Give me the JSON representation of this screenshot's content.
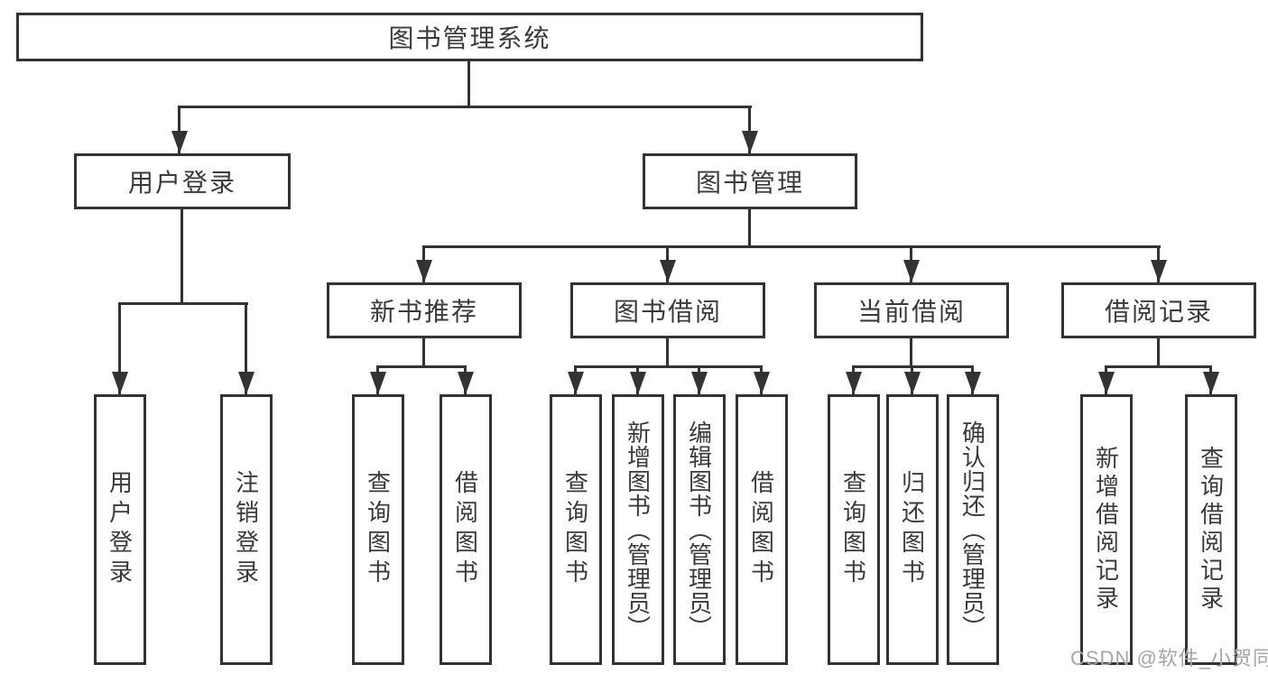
{
  "colors": {
    "background": "#ffffff",
    "line": "#333333",
    "text": "#3a3a3a",
    "watermark": "#a6a6a6"
  },
  "tree": {
    "label": "图书管理系统",
    "children": [
      {
        "label": "用户登录",
        "children": [
          {
            "label": "用户登录"
          },
          {
            "label": "注销登录"
          }
        ]
      },
      {
        "label": "图书管理",
        "children": [
          {
            "label": "新书推荐",
            "children": [
              {
                "label": "查询图书"
              },
              {
                "label": "借阅图书"
              }
            ]
          },
          {
            "label": "图书借阅",
            "children": [
              {
                "label": "查询图书"
              },
              {
                "label": "新增图书（管理员）"
              },
              {
                "label": "编辑图书（管理员）"
              },
              {
                "label": "借阅图书"
              }
            ]
          },
          {
            "label": "当前借阅",
            "children": [
              {
                "label": "查询图书"
              },
              {
                "label": "归还图书"
              },
              {
                "label": "确认归还（管理员）"
              }
            ]
          },
          {
            "label": "借阅记录",
            "children": [
              {
                "label": "新增借阅记录"
              },
              {
                "label": "查询借阅记录"
              }
            ]
          }
        ]
      }
    ]
  },
  "watermark": {
    "text": "CSDN @软件_小贺同学"
  }
}
